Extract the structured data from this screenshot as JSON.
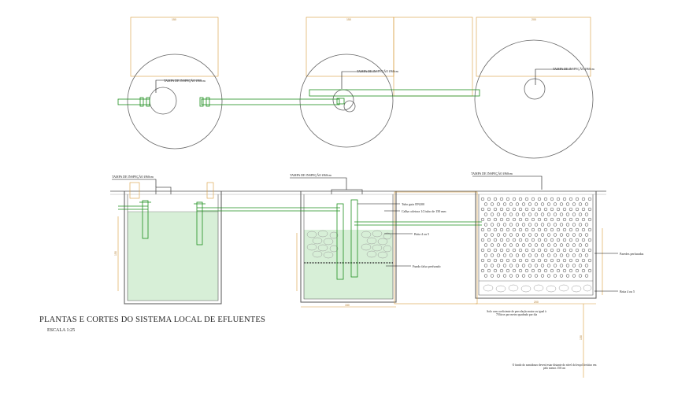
{
  "drawing": {
    "title": "PLANTAS E CORTES DO SISTEMA LOCAL DE EFLUENTES",
    "scale": "ESCALA 1:25"
  },
  "plan_labels": {
    "inspection_cap": "TAMPA DE INSPEÇÃO Ø60cm"
  },
  "section_labels": {
    "inspection_cap": "TAMPA DE INSPEÇÃO Ø60cm",
    "guide_pipe": "Tubo guia DN200",
    "perforated_pipe": "Calha coletora 1/2 tubo de 150 mm",
    "gravel": "Brita 4 ou 5",
    "false_bottom": "Fundo falso perfurado",
    "perforated_walls": "Paredes perfuradas",
    "gravel_right": "Brita 4 ou 5",
    "soil_note": "Solo com coeficiente de percolação maior ou igual à 70 litros por metro quadrado por dia",
    "bottom_note": "O fundo do sumidouro deverá estar distante do nível do lençol freático em pelo menos 150 cm"
  },
  "dimensions": {
    "plan_1": "150",
    "plan_2": "150",
    "plan_3": "200",
    "plan_gap": "",
    "sec_1_h": "150",
    "sec_2_w": "150",
    "sec_3_w": "200",
    "depth": "150"
  },
  "colors": {
    "line": "#555555",
    "pipe": "#1e8f1e",
    "water": "#d7efd7",
    "dimension": "#d89c3c",
    "leader": "#111111"
  }
}
